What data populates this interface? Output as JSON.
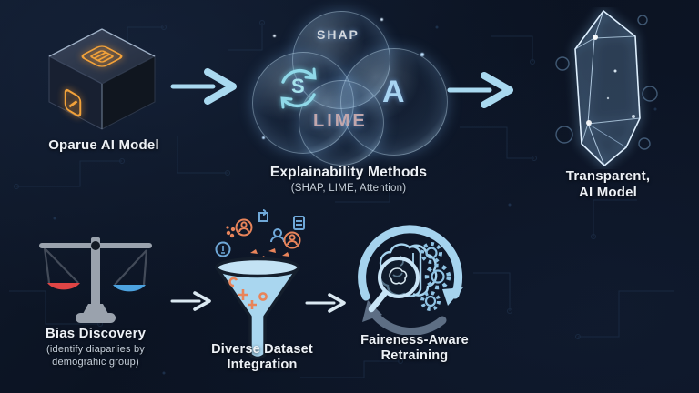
{
  "title_context": "AI explainability and fairness pipeline infographic",
  "colors": {
    "background": "#0b1322",
    "circuit": "#223753",
    "label_text": "#edf1f6",
    "sublabel_text": "#c6d0db",
    "arrow_blue": "#a9d9f0",
    "arrow_small": "#dbe9f2",
    "cube_glow_orange": "#f2a23a",
    "bubble_rim": "#cde8ff",
    "crystal_glow": "#cfe9ff",
    "scale_red_pan": "#e04545",
    "scale_blue_pan": "#4da3e0",
    "scale_metal": "#8f98a3",
    "funnel_fill": "#a9d6ef",
    "funnel_accent_orange": "#e8845a",
    "retrain_light": "#a5d3ee",
    "retrain_dark": "#5d6e84"
  },
  "top_row": {
    "opaque": {
      "label": "Oparue AI Model"
    },
    "methods": {
      "title": "Explainability Methods",
      "subtitle": "(SHAP, LIME, Attention)",
      "bubble_top": "SHAP",
      "bubble_left": "S",
      "bubble_right": "A",
      "bubble_bottom": "LIME"
    },
    "transparent": {
      "line1": "Transparent,",
      "line2": "AI Model"
    }
  },
  "bottom_row": {
    "bias": {
      "title": "Bias Discovery",
      "subtitle1": "(identify diaparlies by",
      "subtitle2": "demograhic group)"
    },
    "dataset": {
      "line1": "Diverse Dataset",
      "line2": "Integration"
    },
    "retraining": {
      "line1": "Faireness-Aware",
      "line2": "Retraining"
    }
  }
}
